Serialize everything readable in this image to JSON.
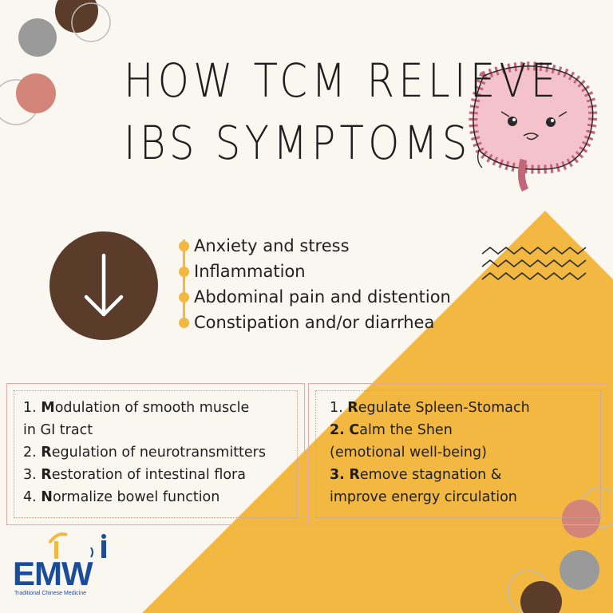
{
  "title": {
    "line1": "HOW TCM RELIEVE",
    "line2": "IBS SYMPTOMS"
  },
  "symptoms": [
    "Anxiety and stress",
    "Inflammation",
    "Abdominal pain and distention",
    "Constipation and/or diarrhea"
  ],
  "left_box": {
    "items": [
      {
        "num": "1.",
        "initial": "M",
        "rest": "odulation of smooth muscle"
      },
      {
        "num": "",
        "initial": "",
        "rest": "in GI tract"
      },
      {
        "num": "2.",
        "initial": "R",
        "rest": "egulation of neurotransmitters"
      },
      {
        "num": "3.",
        "initial": "R",
        "rest": "estoration of intestinal flora"
      },
      {
        "num": "4.",
        "initial": "N",
        "rest": "ormalize bowel function"
      }
    ]
  },
  "right_box": {
    "items": [
      {
        "num": "1.",
        "initial": "R",
        "rest": "egulate Spleen-Stomach"
      },
      {
        "num": "2.",
        "initial": "C",
        "rest": "alm the Shen"
      },
      {
        "num": "",
        "initial": "",
        "rest": "(emotional well-being)"
      },
      {
        "num": "3.",
        "initial": "R",
        "rest": "emove stagnation &"
      },
      {
        "num": "",
        "initial": "",
        "rest": "improve energy circulation"
      }
    ]
  },
  "logo": {
    "text": "EMW",
    "subtitle": "Traditional Chinese Medicine"
  },
  "colors": {
    "background": "#FAF6F0",
    "accent_yellow": "#F2B842",
    "brown": "#5B3B2A",
    "salmon": "#D3857A",
    "gray": "#9A9A9A",
    "brand_blue": "#1A4C9A"
  },
  "icons": [
    "down-arrow-icon",
    "intestine-mascot-icon",
    "zigzag-lines-icon",
    "logo-figure-icon"
  ]
}
